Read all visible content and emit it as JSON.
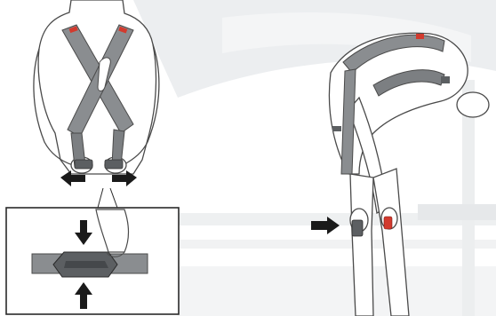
{
  "illustration": {
    "panels": [
      "left-figure-back-view",
      "buckle-detail-inset",
      "right-figure-bending-view"
    ],
    "colors": {
      "harness_strap": "#8a8d90",
      "harness_strap_dark": "#5c5f62",
      "accent_red": "#d23a2e",
      "outline": "#4a4a4a",
      "arrow": "#1a1a1a",
      "background_shade": "#e8eaec"
    },
    "arrows": {
      "left_figure": [
        "arrow-left",
        "arrow-right"
      ],
      "inset": [
        "arrow-down",
        "arrow-up"
      ],
      "right_figure": [
        "arrow-right"
      ]
    }
  }
}
